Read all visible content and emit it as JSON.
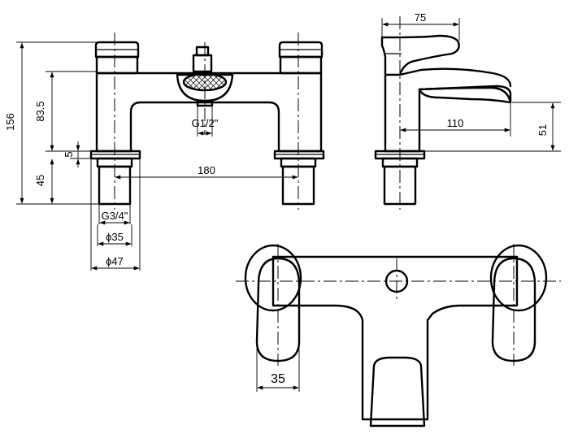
{
  "front_view": {
    "dims": {
      "total_height": "156",
      "body_height": "83.5",
      "flange_height": "5",
      "shank_height": "45",
      "centres": "180",
      "shank_thread": "G3/4\"",
      "shank_diameter": "ϕ35",
      "flange_diameter": "ϕ47",
      "diverter_thread": "G1/2\""
    }
  },
  "side_view": {
    "dims": {
      "handle_reach": "75",
      "spout_reach": "110",
      "spout_height": "51"
    }
  },
  "plan_view": {
    "dims": {
      "handle_width": "35"
    }
  }
}
